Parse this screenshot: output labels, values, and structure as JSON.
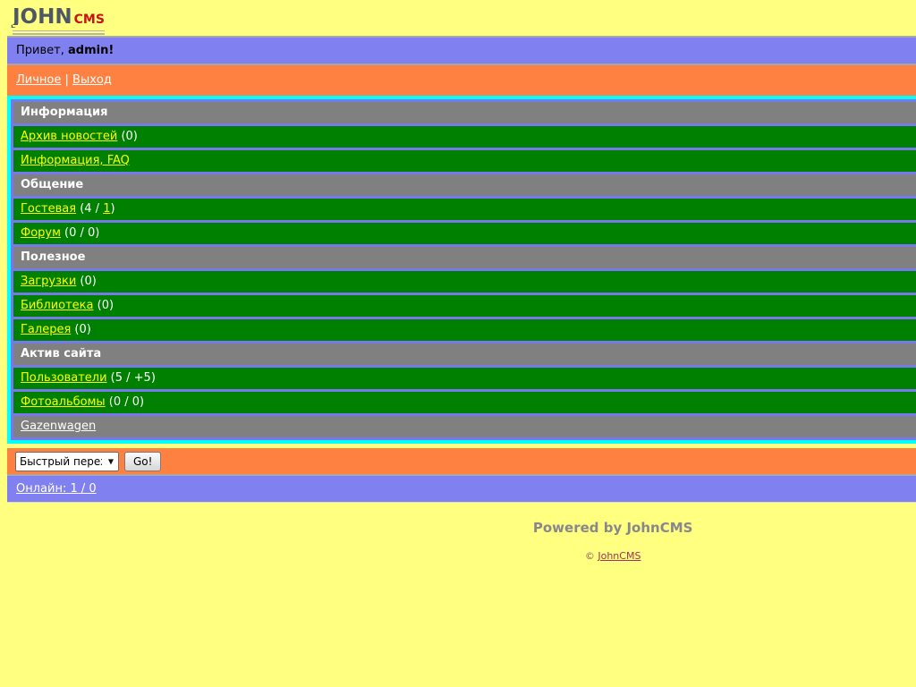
{
  "logo": {
    "john": "JOHN",
    "cms": "CMS"
  },
  "greeting": {
    "prefix": "Привет,",
    "username": "admin!"
  },
  "user_nav": {
    "personal_label": "Личное",
    "separator": "|",
    "logout_label": "Выход"
  },
  "menu": {
    "rows": [
      {
        "type": "header",
        "label": "Информация"
      },
      {
        "type": "link",
        "label": "Архив новостей",
        "after": " (0)"
      },
      {
        "type": "link",
        "label": "Информация, FAQ",
        "after": ""
      },
      {
        "type": "header",
        "label": "Общение"
      },
      {
        "type": "link",
        "label": "Гостевая",
        "after": " (4 / ",
        "link2": "1",
        "after2": ")"
      },
      {
        "type": "link",
        "label": "Форум",
        "after": " (0 / 0)"
      },
      {
        "type": "header",
        "label": "Полезное"
      },
      {
        "type": "link",
        "label": "Загрузки",
        "after": " (0)"
      },
      {
        "type": "link",
        "label": "Библиотека",
        "after": " (0)"
      },
      {
        "type": "link",
        "label": "Галерея",
        "after": " (0)"
      },
      {
        "type": "header",
        "label": "Актив сайта"
      },
      {
        "type": "link",
        "label": "Пользователи",
        "after": " (5 / +5)"
      },
      {
        "type": "link",
        "label": "Фотоальбомы",
        "after": " (0 / 0)"
      },
      {
        "type": "link-gray",
        "label": "Gazenwagen"
      }
    ]
  },
  "quick_nav": {
    "select_value": "Быстрый переход",
    "go_label": "Go!"
  },
  "online": {
    "label": "Онлайн: 1 / 0"
  },
  "footer": {
    "powered": "Powered by JohnCMS",
    "copyright_symbol": "©",
    "copyright_link": "JohnCMS"
  },
  "colors": {
    "background": "#ffff80",
    "bar_blue": "#8080f0",
    "bar_orange": "#ff8142",
    "menu_border_cyan": "#00ffff",
    "menu_background": "#7878ee",
    "row_gray": "#808080",
    "row_green": "#008000",
    "link_yellow": "#ffff00",
    "logo_john": "#4d5866",
    "logo_cms": "#cc1111"
  }
}
